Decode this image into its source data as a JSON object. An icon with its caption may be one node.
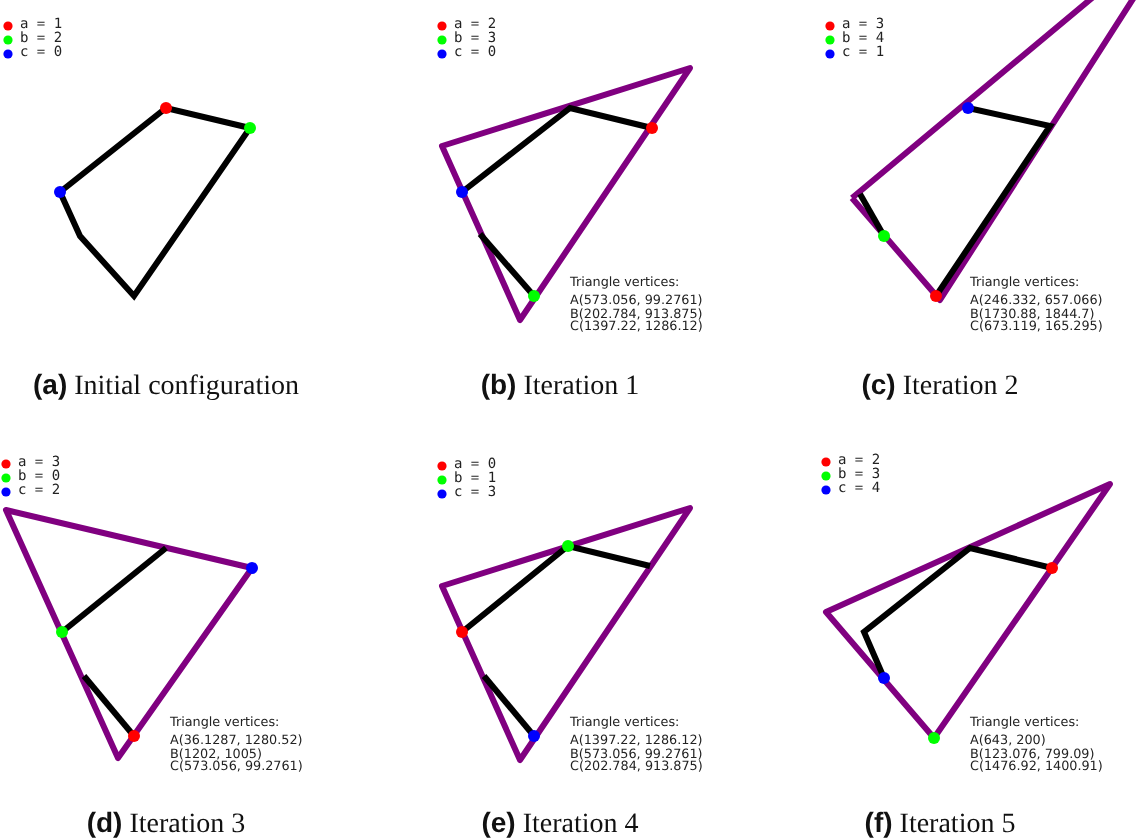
{
  "diagram": {
    "labels": [
      "**(a)** Initial configuration",
      "Triangle vertices:",
      "A(573.056, 99.2761)",
      "B(202.784, 913.875)",
      "C(1397.22, 1286.12)",
      "**(b)** Iteration 1",
      "Triangle vertices:",
      "A(246.332, 657.066)",
      "B(1730.88, 1844.7)",
      "C(673.119, 165.295)",
      "**(c)** Iteration 2",
      "Triangle vertices:",
      "A(36.1287, 1280.52)",
      "B(1202, 1005)",
      "C(573.056, 99.2761)",
      "**(d)** Iteration 3",
      "Triangle vertices:",
      "A(1397.22, 1286.12)",
      "B(573.056, 99.2761)",
      "C(202.784, 913.875)",
      "**(e)** Iteration 4",
      "Triangle vertices:",
      "A(643, 200)",
      "B(123.076, 799.09)",
      "C(1476.92, 1400.91)",
      "**(f)** Iteration 5"
    ],
    "legend": [
      {
        "text": "a = 1",
        "color": "#ff0000"
      },
      {
        "text": "b = 2",
        "color": "#00ff00"
      },
      {
        "text": "c = 0",
        "color": "#0000ff"
      },
      {
        "text": "a = 2",
        "color": "#ff0000"
      },
      {
        "text": "b = 3",
        "color": "#00ff00"
      },
      {
        "text": "c = 0",
        "color": "#0000ff"
      },
      {
        "text": "a = 3",
        "color": "#ff0000"
      },
      {
        "text": "b = 4",
        "color": "#00ff00"
      },
      {
        "text": "c = 1",
        "color": "#0000ff"
      },
      {
        "text": "a = 3",
        "color": "#ff0000"
      },
      {
        "text": "b = 0",
        "color": "#00ff00"
      },
      {
        "text": "c = 2",
        "color": "#0000ff"
      },
      {
        "text": "a = 0",
        "color": "#ff0000"
      },
      {
        "text": "b = 1",
        "color": "#00ff00"
      },
      {
        "text": "c = 3",
        "color": "#0000ff"
      },
      {
        "text": "a = 2",
        "color": "#ff0000"
      },
      {
        "text": "b = 3",
        "color": "#00ff00"
      },
      {
        "text": "c = 4",
        "color": "#0000ff"
      }
    ]
  }
}
